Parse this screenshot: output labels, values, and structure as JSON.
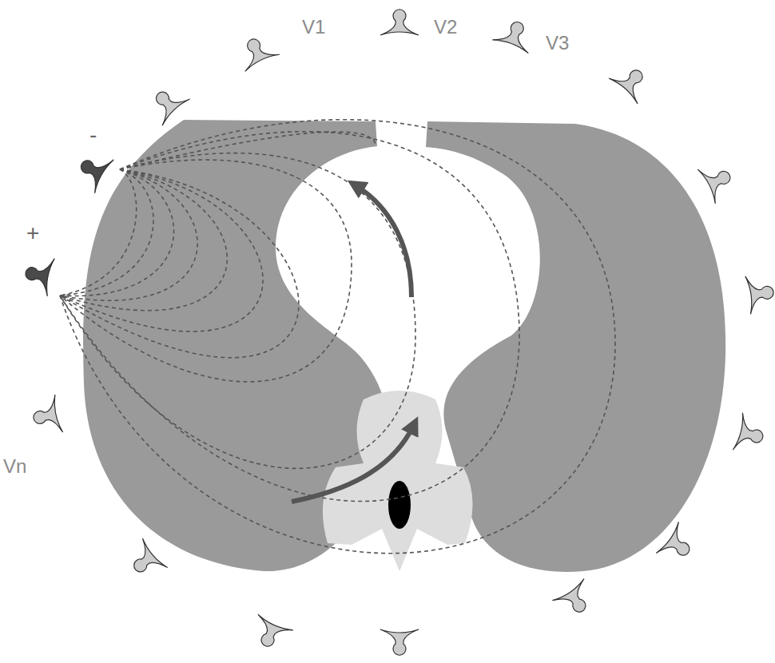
{
  "diagram": {
    "labels": [
      "V1",
      "V2",
      "V3",
      "-",
      "+",
      "Vn"
    ]
  }
}
